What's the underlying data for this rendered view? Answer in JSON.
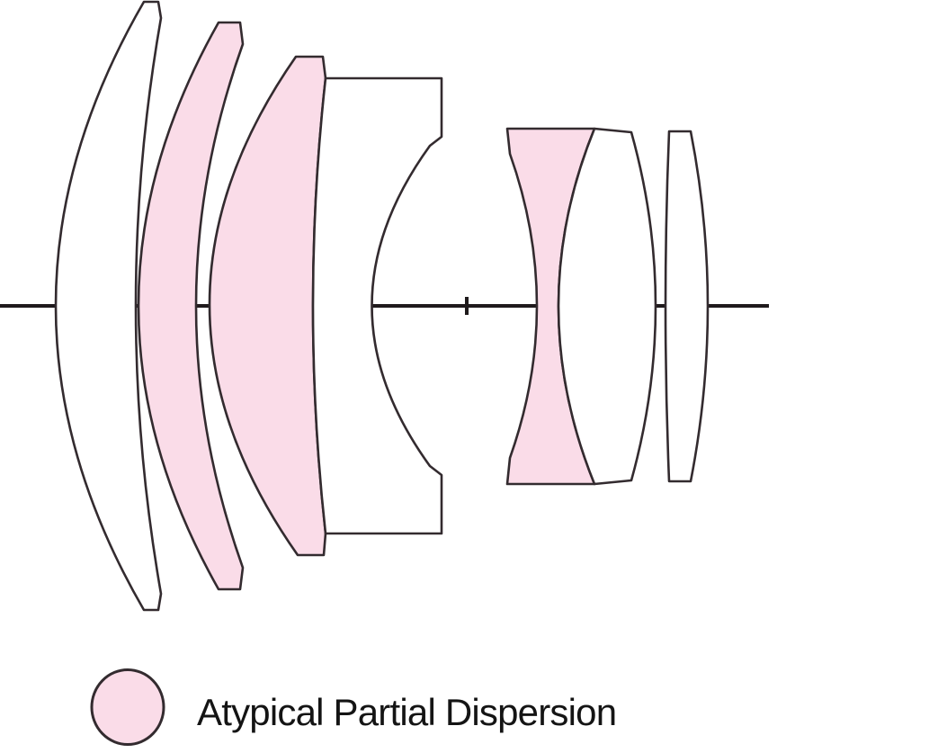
{
  "diagram": {
    "type": "lens-optical-construction-cross-section",
    "legend": {
      "label": "Atypical Partial Dispersion"
    },
    "colors": {
      "tint": "#FADCE8",
      "lens_fill": "#FFFFFF",
      "outline": "#332B2F",
      "axis": "#1F1A1C",
      "text": "#141414",
      "background": "#FFFFFF"
    },
    "elements": [
      {
        "id": "element-1",
        "description": "front meniscus lens, convex toward front",
        "atypical_partial_dispersion": false
      },
      {
        "id": "element-2",
        "description": "meniscus lens, convex toward front",
        "atypical_partial_dispersion": true
      },
      {
        "id": "element-3",
        "description": "meniscus lens cemented to element 4",
        "atypical_partial_dispersion": true
      },
      {
        "id": "element-4",
        "description": "thick lens with concave rear surface",
        "atypical_partial_dispersion": false
      },
      {
        "id": "element-5",
        "description": "biconcave lens cemented to element 6",
        "atypical_partial_dispersion": true
      },
      {
        "id": "element-6",
        "description": "biconvex lens",
        "atypical_partial_dispersion": false
      },
      {
        "id": "element-7",
        "description": "thin rear lens",
        "atypical_partial_dispersion": false
      },
      {
        "id": "aperture-stop",
        "description": "aperture stop tick on optical axis",
        "atypical_partial_dispersion": false
      }
    ]
  }
}
